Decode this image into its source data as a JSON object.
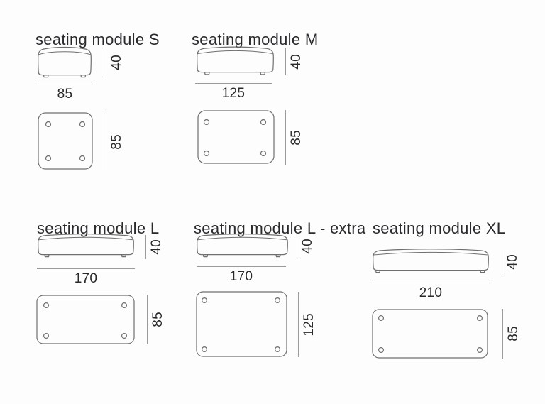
{
  "sheet": {
    "background_color": "#fdfdfd",
    "outline_color": "#6f6f6f",
    "dimension_line_color": "#9b9b9b",
    "text_color": "#2a2a2c"
  },
  "modules": [
    {
      "id": "s",
      "title": "seating module S",
      "front": {
        "height_label": "40",
        "width_label": "85"
      },
      "top": {
        "depth_label": "85"
      }
    },
    {
      "id": "m",
      "title": "seating module M",
      "front": {
        "height_label": "40",
        "width_label": "125"
      },
      "top": {
        "depth_label": "85"
      }
    },
    {
      "id": "l",
      "title": "seating module L",
      "front": {
        "height_label": "40",
        "width_label": "170"
      },
      "top": {
        "depth_label": "85"
      }
    },
    {
      "id": "l_extra",
      "title": "seating module L - extra",
      "front": {
        "height_label": "40",
        "width_label": "170"
      },
      "top": {
        "depth_label": "125"
      }
    },
    {
      "id": "xl",
      "title": "seating module XL",
      "front": {
        "height_label": "40",
        "width_label": "210"
      },
      "top": {
        "depth_label": "85"
      }
    }
  ]
}
